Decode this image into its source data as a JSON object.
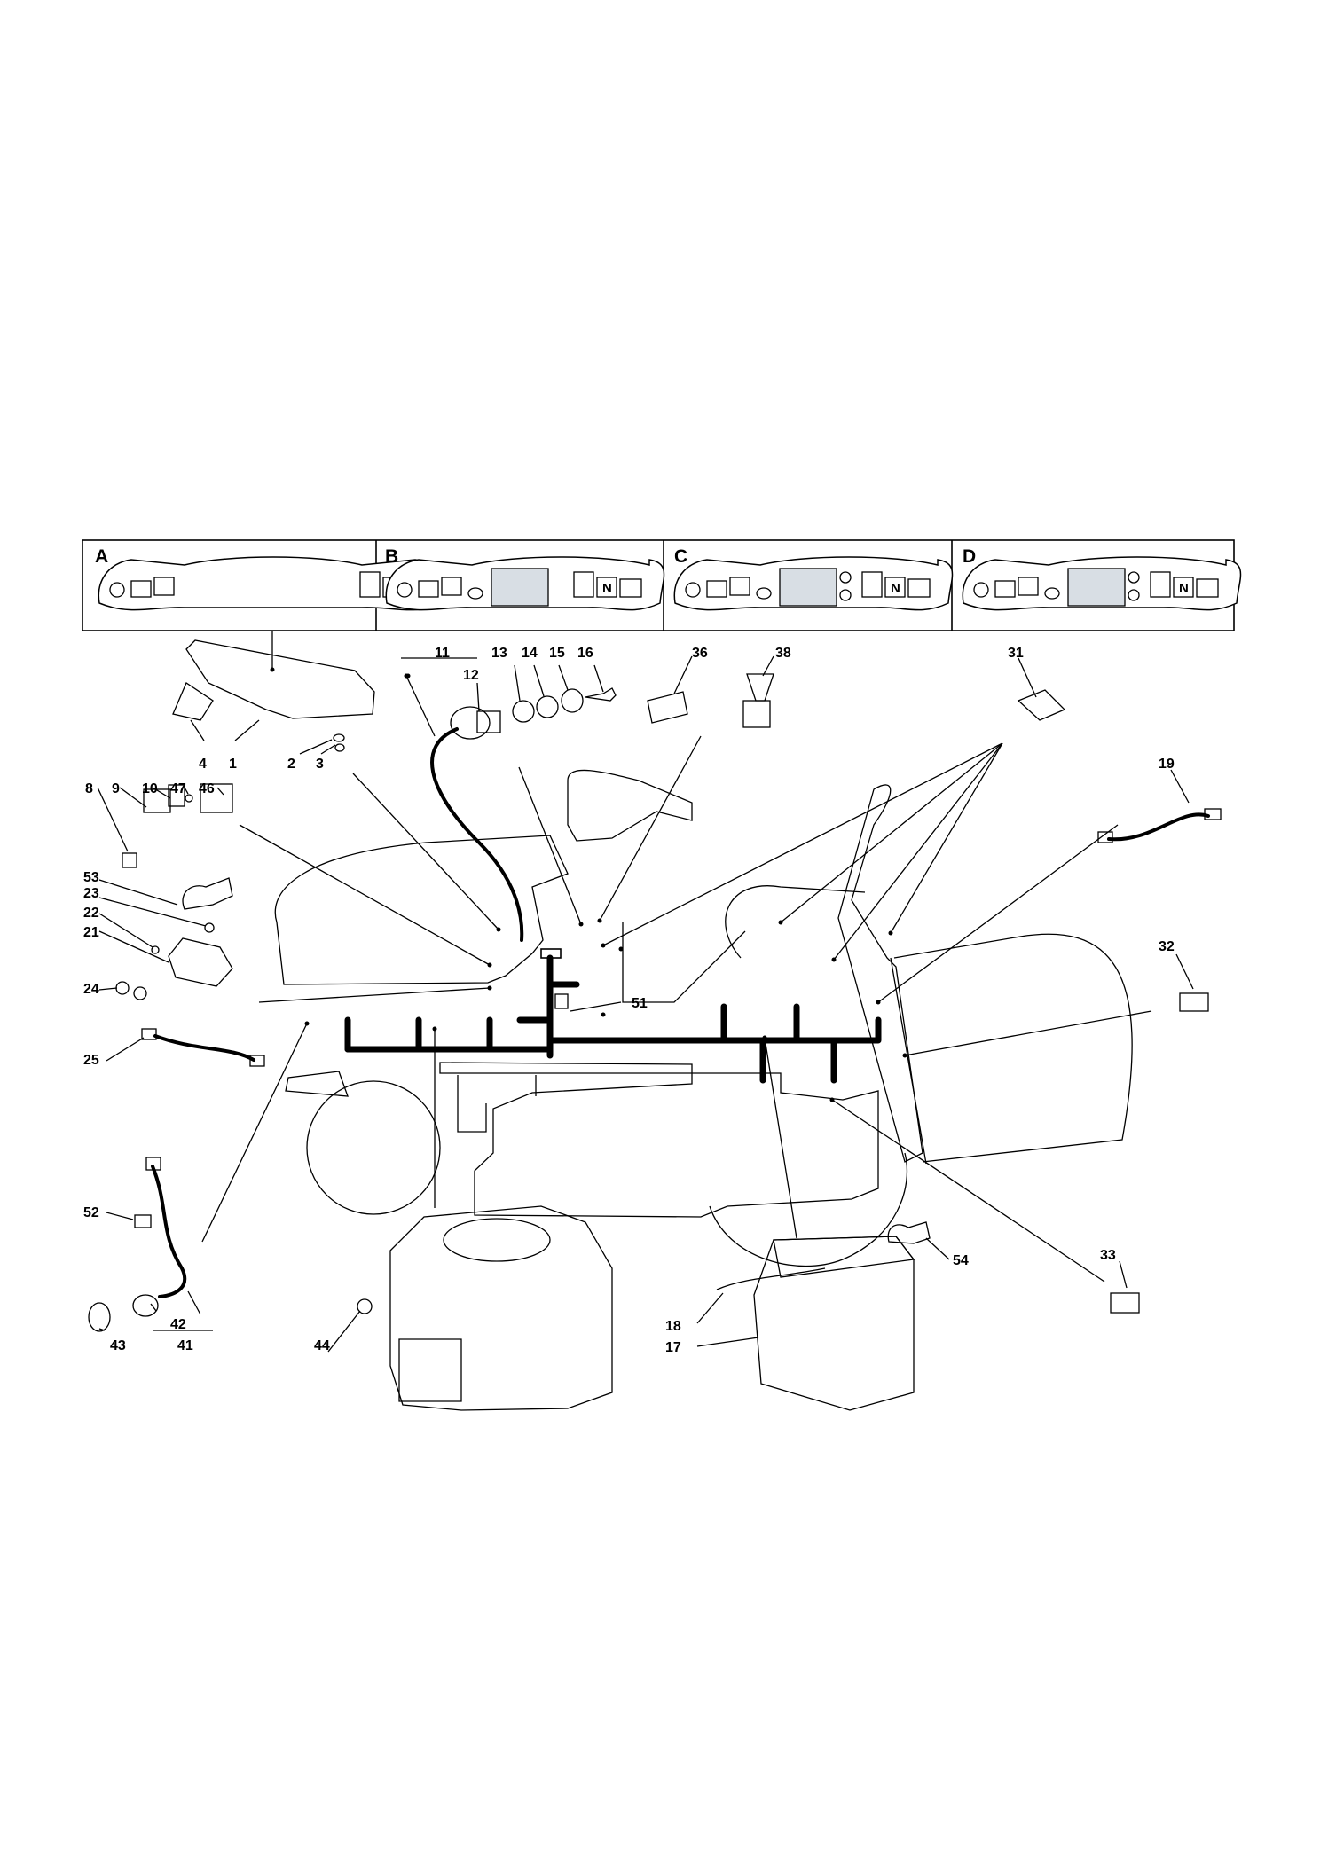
{
  "variants": [
    {
      "id": "A",
      "has_display": false
    },
    {
      "id": "B",
      "has_display": true
    },
    {
      "id": "C",
      "has_display": true
    },
    {
      "id": "D",
      "has_display": true
    }
  ],
  "panel_letter": "N",
  "callouts": {
    "c1": "1",
    "c2": "2",
    "c3": "3",
    "c4": "4",
    "c8": "8",
    "c9": "9",
    "c10": "10",
    "c11": "11",
    "c12": "12",
    "c13": "13",
    "c14": "14",
    "c15": "15",
    "c16": "16",
    "c17": "17",
    "c18": "18",
    "c19": "19",
    "c21": "21",
    "c22": "22",
    "c23": "23",
    "c24": "24",
    "c25": "25",
    "c31": "31",
    "c32": "32",
    "c33": "33",
    "c36": "36",
    "c38": "38",
    "c41": "41",
    "c42": "42",
    "c43": "43",
    "c44": "44",
    "c46": "46",
    "c47": "47",
    "c51": "51",
    "c52": "52",
    "c53": "53",
    "c54": "54"
  },
  "colors": {
    "line": "#000000",
    "display_fill": "#d8dee4",
    "background": "#ffffff"
  }
}
